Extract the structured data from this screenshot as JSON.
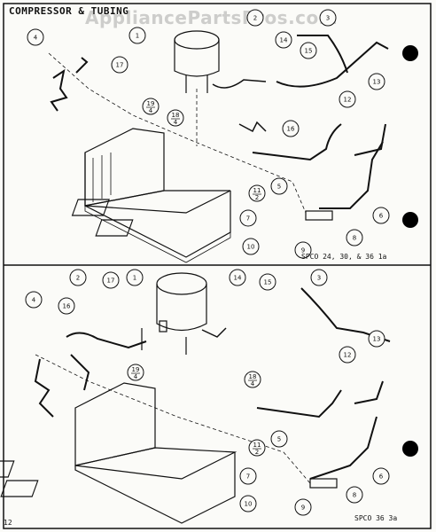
{
  "page": {
    "title": "COMPRESSOR & TUBING",
    "watermark": "AppliancePartsPros.com",
    "page_number": "12"
  },
  "diagram_top": {
    "model_label": "SPCO 24, 30, & 36 1a",
    "callouts": [
      {
        "id": "t-1",
        "text": "1"
      },
      {
        "id": "t-2",
        "text": "2"
      },
      {
        "id": "t-3",
        "text": "3"
      },
      {
        "id": "t-4",
        "text": "4"
      },
      {
        "id": "t-5",
        "text": "5"
      },
      {
        "id": "t-6",
        "text": "6"
      },
      {
        "id": "t-7",
        "text": "7"
      },
      {
        "id": "t-8",
        "text": "8"
      },
      {
        "id": "t-9",
        "text": "9"
      },
      {
        "id": "t-10",
        "text": "10"
      },
      {
        "id": "t-11",
        "text": "11"
      },
      {
        "id": "t-12",
        "text": "12"
      },
      {
        "id": "t-13",
        "text": "13"
      },
      {
        "id": "t-14",
        "text": "14"
      },
      {
        "id": "t-15",
        "text": "15"
      },
      {
        "id": "t-16",
        "text": "16"
      },
      {
        "id": "t-17",
        "text": "17"
      },
      {
        "id": "t-18",
        "text": "18"
      },
      {
        "id": "t-19",
        "text": "19"
      }
    ]
  },
  "diagram_bottom": {
    "model_label": "SPCO 36 3a",
    "callouts": [
      {
        "id": "b-1",
        "text": "1"
      },
      {
        "id": "b-2",
        "text": "2"
      },
      {
        "id": "b-3",
        "text": "3"
      },
      {
        "id": "b-4",
        "text": "4"
      },
      {
        "id": "b-5",
        "text": "5"
      },
      {
        "id": "b-6",
        "text": "6"
      },
      {
        "id": "b-7",
        "text": "7"
      },
      {
        "id": "b-8",
        "text": "8"
      },
      {
        "id": "b-9",
        "text": "9"
      },
      {
        "id": "b-10",
        "text": "10"
      },
      {
        "id": "b-11",
        "text": "11"
      },
      {
        "id": "b-12",
        "text": "12"
      },
      {
        "id": "b-13",
        "text": "13"
      },
      {
        "id": "b-14",
        "text": "14"
      },
      {
        "id": "b-15",
        "text": "15"
      },
      {
        "id": "b-16",
        "text": "16"
      },
      {
        "id": "b-17",
        "text": "17"
      },
      {
        "id": "b-18",
        "text": "18"
      },
      {
        "id": "b-19",
        "text": "19"
      }
    ],
    "fraction_denominators": {
      "b-11": "2",
      "b-18": "4",
      "b-19": "4"
    }
  },
  "top_fraction_denominators": {
    "t-11": "2",
    "t-18": "4",
    "t-19": "4"
  },
  "colors": {
    "ink": "#111111",
    "paper": "#fbfbf8",
    "hole": "#000000"
  }
}
